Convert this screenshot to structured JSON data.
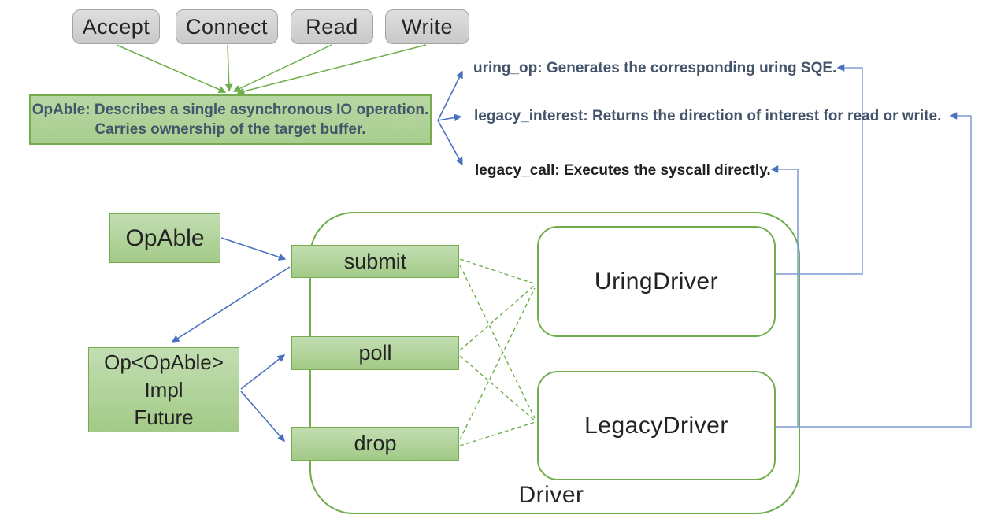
{
  "colors": {
    "green-line": "#6fae4a",
    "green-border": "#76ab50",
    "green-fill-top": "#c2deb2",
    "green-fill-bottom": "#a3ca87",
    "note-fill-top": "#b7d7a3",
    "note-fill-bottom": "#a9ce90",
    "blue": "#4a71bf",
    "blue-light": "#7e9cd4",
    "gray-fill-top": "#dedede",
    "gray-fill-bottom": "#c9c9c9",
    "gray-border": "#a3a3a3",
    "navy-text": "#44546a",
    "dark-text": "#202020",
    "label-text": "#232323",
    "white": "#ffffff"
  },
  "operations": [
    "Accept",
    "Connect",
    "Read",
    "Write"
  ],
  "note": {
    "line1": "OpAble: Describes a single asynchronous IO operation.",
    "line2": "Carries ownership of the target buffer."
  },
  "annotations": [
    "uring_op: Generates the corresponding uring SQE.",
    "legacy_interest: Returns the direction of interest for read or write.",
    "legacy_call: Executes the syscall directly."
  ],
  "nodes": {
    "opable": "OpAble",
    "op_impl_line1": "Op<OpAble>",
    "op_impl_line2": "Impl",
    "op_impl_line3": "Future",
    "submit": "submit",
    "poll": "poll",
    "drop": "drop",
    "uring_driver": "UringDriver",
    "legacy_driver": "LegacyDriver",
    "driver": "Driver"
  }
}
